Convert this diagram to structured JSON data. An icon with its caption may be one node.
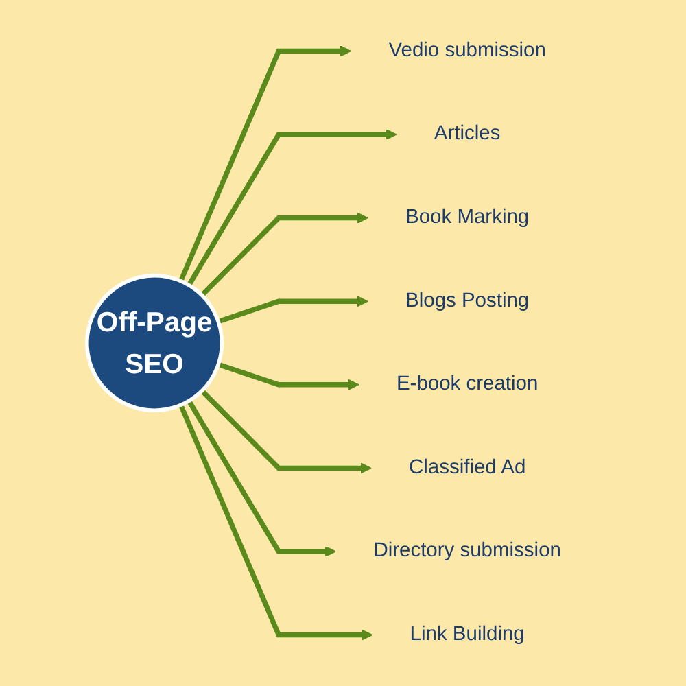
{
  "diagram": {
    "nodes": [
      {
        "text": [
          "Off-Page",
          "SEO"
        ]
      },
      {
        "text": [
          "Vedio submission"
        ]
      },
      {
        "text": [
          "Articles"
        ]
      },
      {
        "text": [
          "Book Marking"
        ]
      },
      {
        "text": [
          "Blogs Posting"
        ]
      },
      {
        "text": [
          "E-book creation"
        ]
      },
      {
        "text": [
          "Classified Ad"
        ]
      },
      {
        "text": [
          "Directory submission"
        ]
      },
      {
        "text": [
          "Link Building"
        ]
      }
    ],
    "edges": [
      {
        "from": 0,
        "to": 1,
        "arrow": "to"
      },
      {
        "from": 0,
        "to": 2,
        "arrow": "to"
      },
      {
        "from": 0,
        "to": 3,
        "arrow": "to"
      },
      {
        "from": 0,
        "to": 4,
        "arrow": "to"
      },
      {
        "from": 0,
        "to": 5,
        "arrow": "to"
      },
      {
        "from": 0,
        "to": 6,
        "arrow": "to"
      },
      {
        "from": 0,
        "to": 7,
        "arrow": "to"
      },
      {
        "from": 0,
        "to": 8,
        "arrow": "to"
      }
    ]
  }
}
